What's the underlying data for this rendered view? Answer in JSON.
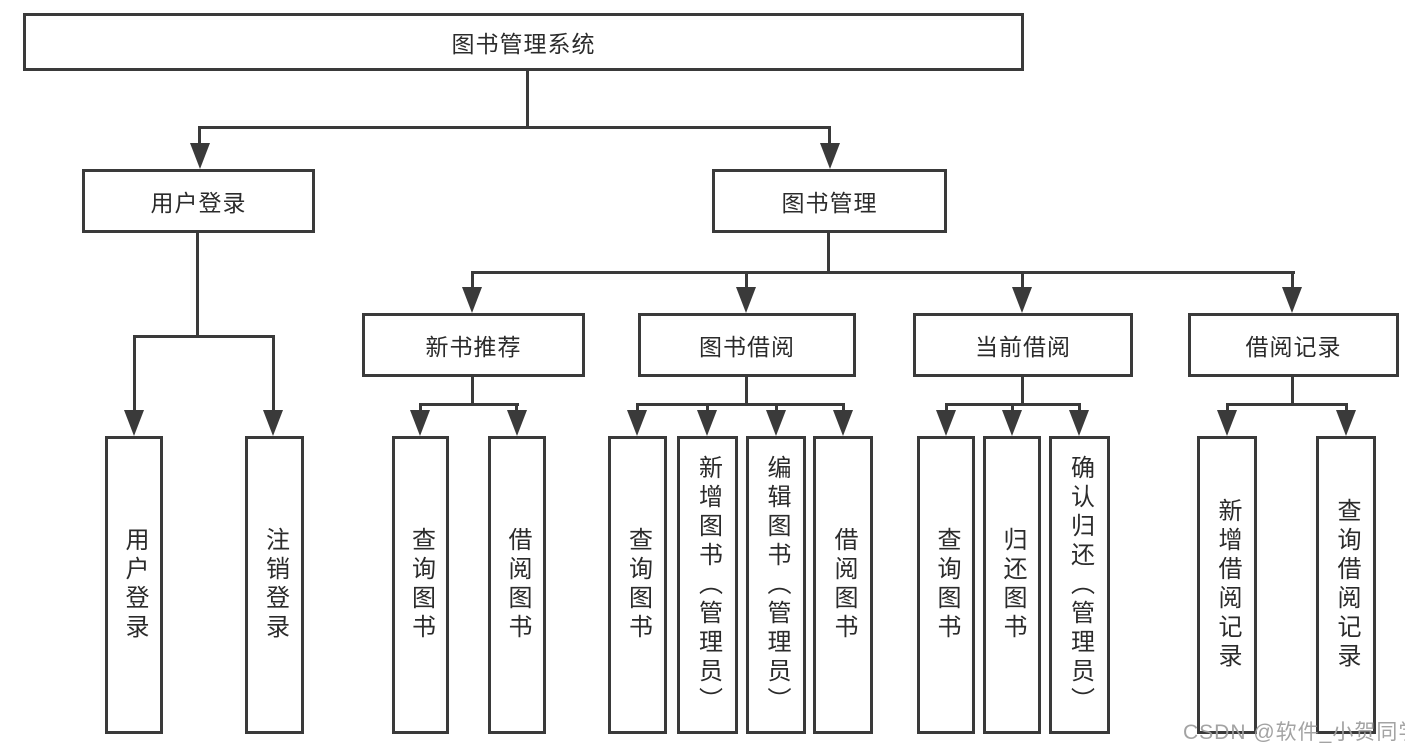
{
  "diagram": {
    "type": "feature-tree",
    "colors": {
      "line": "#3a3a3a",
      "text": "#2b2b2b",
      "background": "#ffffff",
      "watermark": "#9e9e9e"
    },
    "tree": {
      "label": "图书管理系统",
      "children": [
        {
          "label": "用户登录",
          "children": [
            {
              "label": "用户登录"
            },
            {
              "label": "注销登录"
            }
          ]
        },
        {
          "label": "图书管理",
          "children": [
            {
              "label": "新书推荐",
              "children": [
                {
                  "label": "查询图书"
                },
                {
                  "label": "借阅图书"
                }
              ]
            },
            {
              "label": "图书借阅",
              "children": [
                {
                  "label": "查询图书"
                },
                {
                  "label": "新增图书（管理员）"
                },
                {
                  "label": "编辑图书（管理员）"
                },
                {
                  "label": "借阅图书"
                }
              ]
            },
            {
              "label": "当前借阅",
              "children": [
                {
                  "label": "查询图书"
                },
                {
                  "label": "归还图书"
                },
                {
                  "label": "确认归还（管理员）"
                }
              ]
            },
            {
              "label": "借阅记录",
              "children": [
                {
                  "label": "新增借阅记录"
                },
                {
                  "label": "查询借阅记录"
                }
              ]
            }
          ]
        }
      ]
    },
    "watermark": {
      "text": "CSDN @软件_小贺同学"
    }
  }
}
